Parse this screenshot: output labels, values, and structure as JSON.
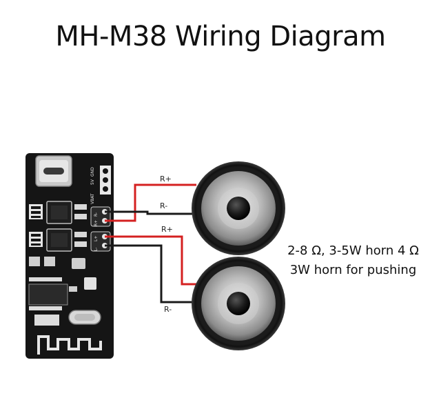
{
  "title": "MH-M38 Wiring Diagram",
  "wires": {
    "top_positive": "R+",
    "top_negative": "R-",
    "bottom_positive": "R+",
    "bottom_negative": "R-"
  },
  "board": {
    "power_pins": [
      "VBAT",
      "5V",
      "GND"
    ],
    "right_out_pins": [
      "R-",
      "R+"
    ],
    "left_out_pins": [
      "L+",
      "L-"
    ]
  },
  "note": {
    "line1": "2-8 Ω, 3-5W horn 4 Ω",
    "line2": "3W horn for pushing"
  },
  "colors": {
    "positive_wire": "#d42020",
    "negative_wire": "#1a1a1a",
    "board": "#151515"
  },
  "icons": [
    "usb-c-port-icon",
    "speaker-icon",
    "crystal-icon",
    "antenna-trace-icon"
  ]
}
